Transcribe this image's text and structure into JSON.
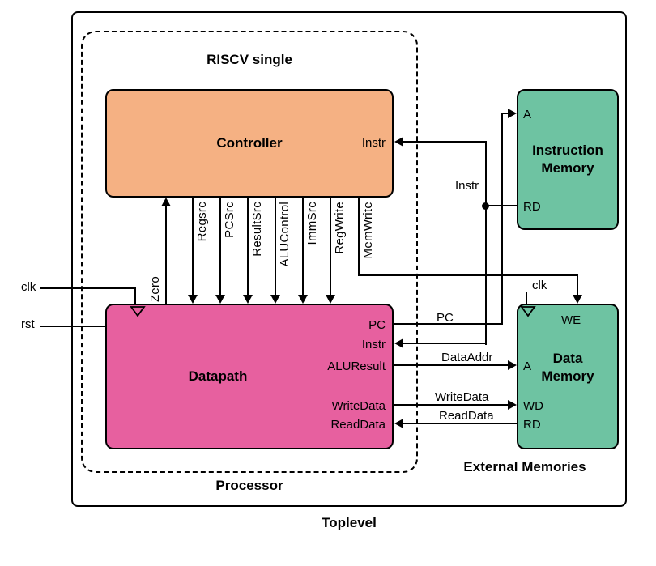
{
  "labels": {
    "toplevel": "Toplevel",
    "processor": "Processor",
    "riscv": "RISCV single",
    "external_memories": "External Memories"
  },
  "controller": {
    "title": "Controller",
    "port_instr": "Instr"
  },
  "datapath": {
    "title": "Datapath",
    "port_pc": "PC",
    "port_instr": "Instr",
    "port_aluresult": "ALUResult",
    "port_writedata": "WriteData",
    "port_readdata": "ReadData"
  },
  "imem": {
    "title1": "Instruction",
    "title2": "Memory",
    "port_a": "A",
    "port_rd": "RD"
  },
  "dmem": {
    "title1": "Data",
    "title2": "Memory",
    "port_we": "WE",
    "port_a": "A",
    "port_wd": "WD",
    "port_rd": "RD"
  },
  "signals": {
    "zero": "Zero",
    "regsrc": "Regsrc",
    "pcsrc": "PCSrc",
    "resultsrc": "ResultSrc",
    "alucontrol": "ALUControl",
    "immsrc": "ImmSrc",
    "regwrite": "RegWrite",
    "memwrite": "MemWrite"
  },
  "wires": {
    "instr": "Instr",
    "pc": "PC",
    "dataaddr": "DataAddr",
    "writedata": "WriteData",
    "readdata": "ReadData",
    "clk": "clk",
    "rst": "rst",
    "clk_dmem": "clk"
  },
  "colors": {
    "controller": "#F5B183",
    "datapath": "#E7609F",
    "memory": "#6EC3A2",
    "line": "#000000",
    "background": "#FFFFFF"
  }
}
